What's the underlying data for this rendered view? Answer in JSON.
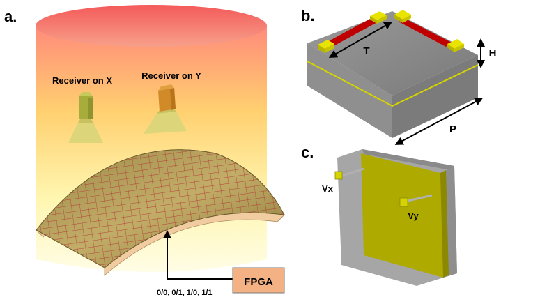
{
  "panels": {
    "a": {
      "label": "a.",
      "receiver_x": "Receiver on X",
      "receiver_y": "Receiver on Y",
      "fpga": "FPGA",
      "states": "0/0, 0/1, 1/0, 1/1"
    },
    "b": {
      "label": "b.",
      "dim_t": "T",
      "dim_h": "H",
      "dim_p": "P"
    },
    "c": {
      "label": "c.",
      "vx": "Vx",
      "vy": "Vy"
    }
  },
  "colors": {
    "beam_top": "#f77878",
    "beam_bottom": "#fffde6",
    "tile": "#8a7a3e",
    "tile_line": "#b23030",
    "fpga_fill": "#f4b183",
    "gray_block": "#8c8c8c",
    "feed_yellow": "#d6d400",
    "slot_red": "#c00000",
    "patch_olive": "#aeaa00"
  }
}
